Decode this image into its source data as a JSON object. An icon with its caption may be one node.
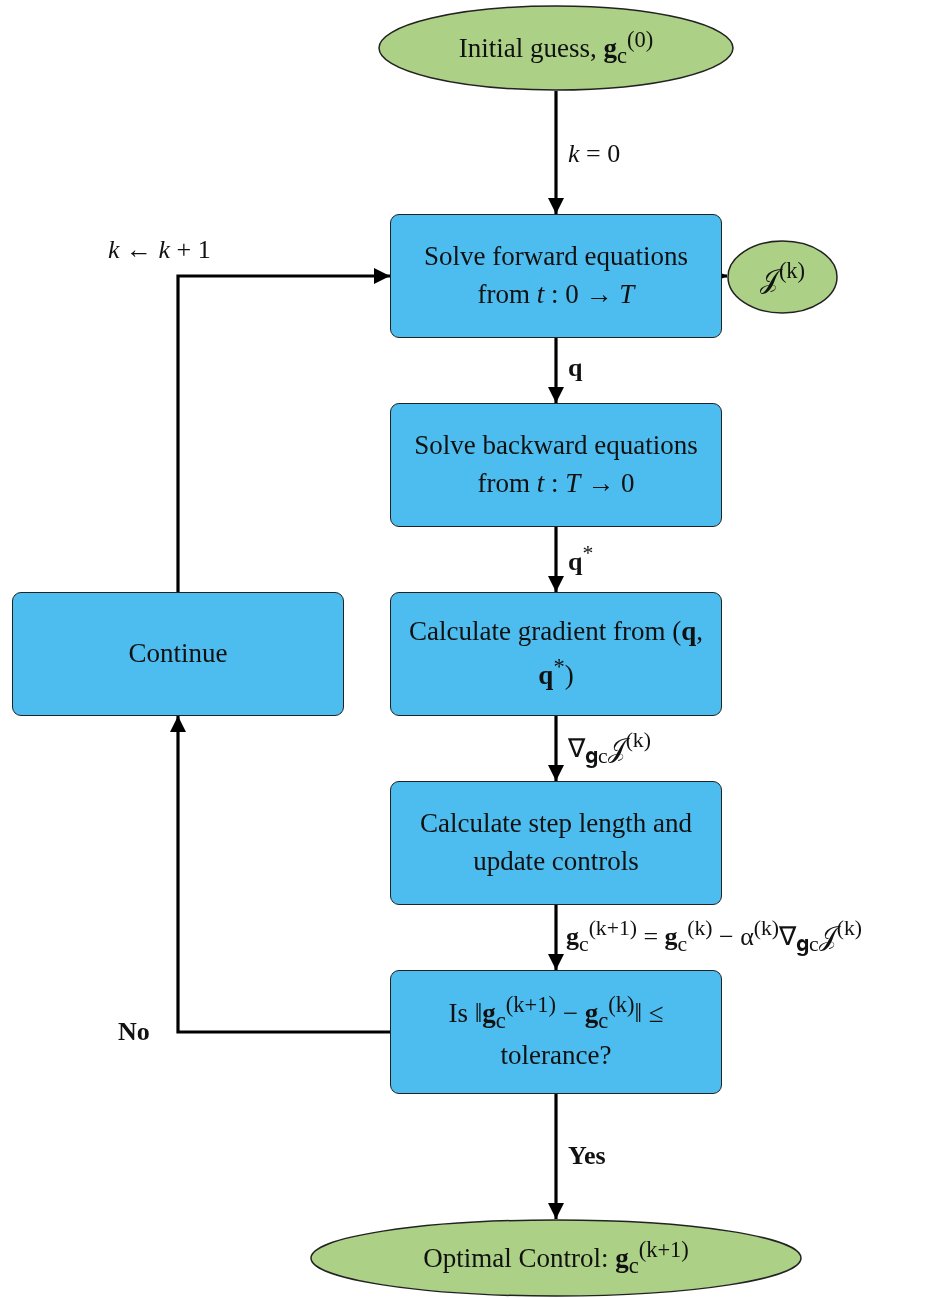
{
  "diagram": {
    "nodes": [
      {
        "text": [
          "Initial guess, **g**$_{c}$$^{(0)}$"
        ]
      },
      {
        "text": [
          "Solve forward equations from *t* : 0 → *T*"
        ]
      },
      {
        "text": [
          "𝒥$^{(k)}$"
        ]
      },
      {
        "text": [
          "Solve backward equations from *t* : *T* → 0"
        ]
      },
      {
        "text": [
          "Calculate gradient from (**q**,  **q**$^{*}$)"
        ]
      },
      {
        "text": [
          "Calculate step length and update controls"
        ]
      },
      {
        "text": [
          "Is ‖**g**$_{c}$$^{(k+1)}$ − **g**$_{c}$$^{(k)}$‖ ≤ tolerance?"
        ]
      },
      {
        "text": [
          "Continue"
        ]
      },
      {
        "text": [
          "Optimal Control: **g**$_{c}$$^{(k+1)}$"
        ]
      }
    ],
    "edges": [
      {
        "from": 0,
        "to": 1,
        "arrow": "to",
        "label": "*k* = 0"
      },
      {
        "from": 1,
        "to": 2,
        "arrow": "to"
      },
      {
        "from": 1,
        "to": 3,
        "arrow": "to",
        "label": "**q**"
      },
      {
        "from": 3,
        "to": 4,
        "arrow": "to",
        "label": "**q**$^{*}$"
      },
      {
        "from": 4,
        "to": 5,
        "arrow": "to",
        "label": "∇$_{𝐠c}$𝒥$^{(k)}$"
      },
      {
        "from": 5,
        "to": 6,
        "arrow": "to",
        "label": "**g**$_{c}$$^{(k+1)}$ = **g**$_{c}$$^{(k)}$ − α$^{(k)}$∇$_{𝐠c}$𝒥$^{(k)}$"
      },
      {
        "from": 6,
        "to": 7,
        "arrow": "to",
        "label": "No"
      },
      {
        "from": 7,
        "to": 1,
        "arrow": "to",
        "label": "*k* ← *k* + 1"
      },
      {
        "from": 6,
        "to": 8,
        "arrow": "to",
        "label": "Yes"
      }
    ]
  }
}
